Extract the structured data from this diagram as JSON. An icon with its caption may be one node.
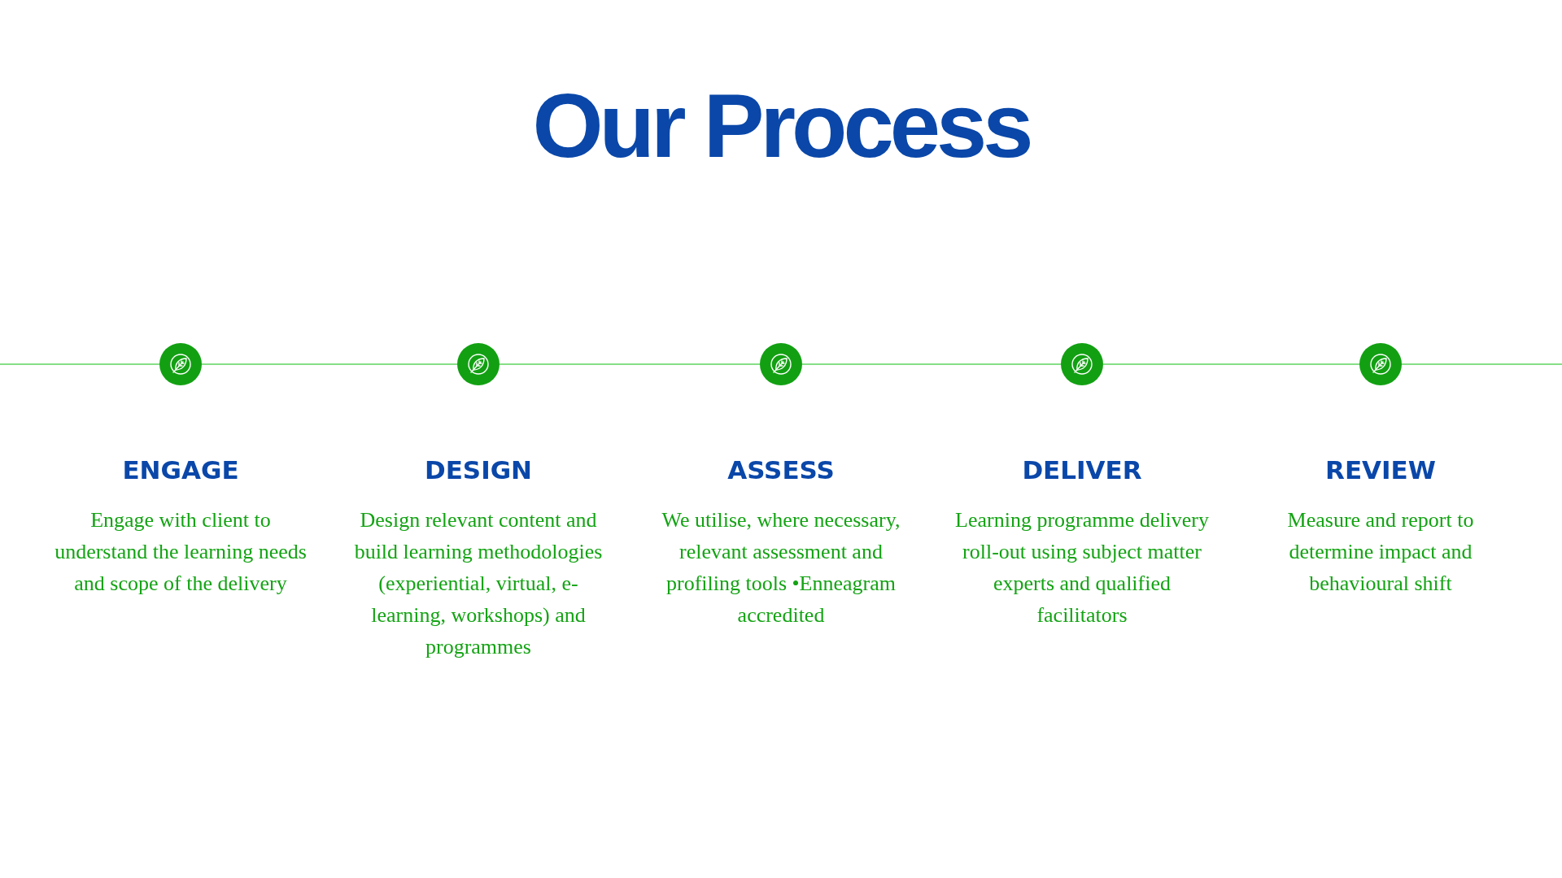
{
  "diagram": {
    "title": "Our Process",
    "nodes": [
      {
        "text": [],
        "shape": "circle",
        "beside": [
          "ENGAGE",
          "Engage with client to understand the learning needs and scope of the delivery"
        ]
      },
      {
        "text": [],
        "shape": "circle",
        "beside": [
          "DESIGN",
          "Design relevant content and build learning methodologies (experiential, virtual, e-learning, workshops) and programmes"
        ]
      },
      {
        "text": [],
        "shape": "circle",
        "beside": [
          "ASSESS",
          "We utilise, where necessary, relevant assessment and profiling tools •Enneagram accredited"
        ]
      },
      {
        "text": [],
        "shape": "circle",
        "beside": [
          "DELIVER",
          "Learning programme delivery roll-out using subject matter experts and qualified facilitators"
        ]
      },
      {
        "text": [],
        "shape": "circle",
        "beside": [
          "REVIEW",
          "Measure and report to determine impact and behavioural shift"
        ]
      }
    ],
    "edges": [
      {
        "from": null,
        "to": 0,
        "arrow": "none"
      },
      {
        "from": 0,
        "to": 1,
        "arrow": "none"
      },
      {
        "from": 1,
        "to": 2,
        "arrow": "none"
      },
      {
        "from": 2,
        "to": 3,
        "arrow": "none"
      },
      {
        "from": 3,
        "to": 4,
        "arrow": "none"
      },
      {
        "from": 4,
        "to": null,
        "arrow": "none"
      }
    ]
  }
}
